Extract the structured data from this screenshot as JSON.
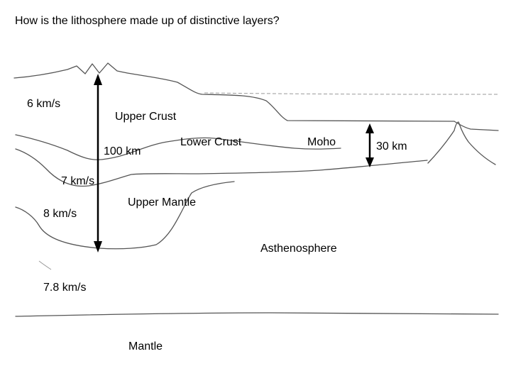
{
  "question": "How is the lithosphere made up of distinctive layers?",
  "labels": {
    "vel_6": "6 km/s",
    "upper_crust": "Upper Crust",
    "depth_100": "100 km",
    "lower_crust": "Lower Crust",
    "moho": "Moho",
    "depth_30": "30 km",
    "vel_7": "7 km/s",
    "vel_8": "8 km/s",
    "upper_mantle": "Upper Mantle",
    "asthenosphere": "Asthenosphere",
    "vel_7_8": "7.8 km/s",
    "mantle": "Mantle"
  }
}
